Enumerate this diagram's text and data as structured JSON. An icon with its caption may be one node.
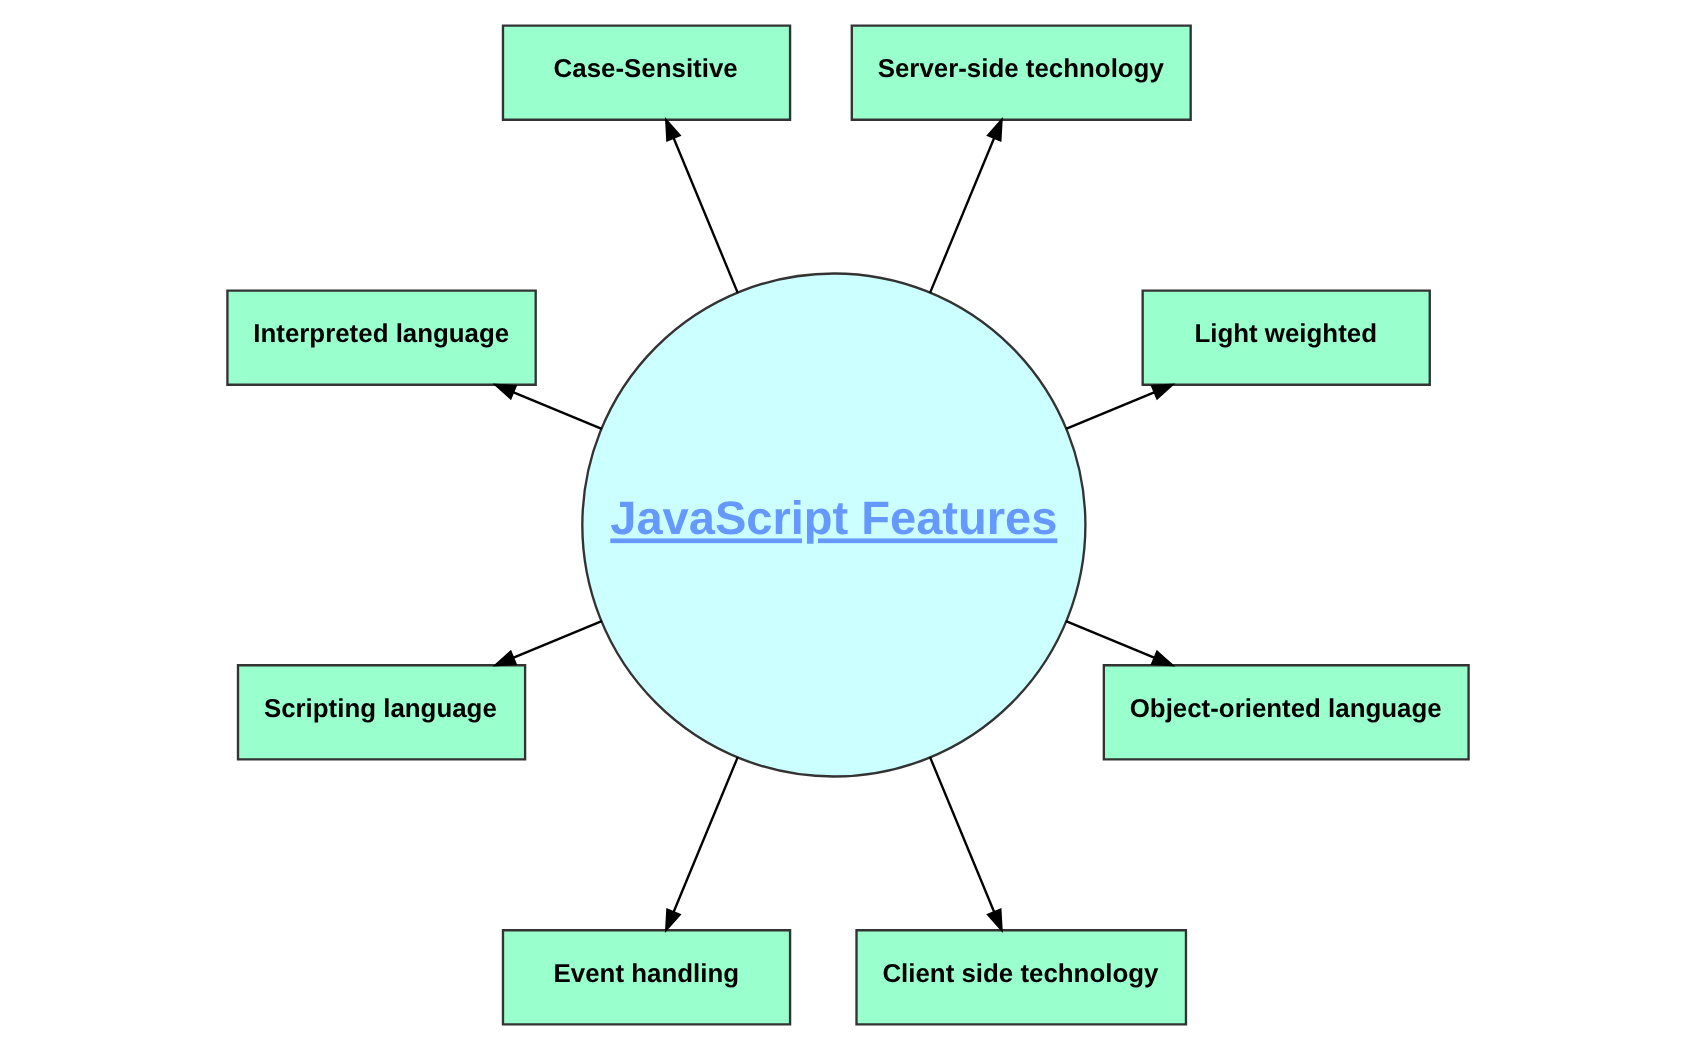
{
  "diagram": {
    "nodes": [
      {
        "text": [
          "JavaScript Features"
        ]
      },
      {
        "text": [
          "Light weighted"
        ]
      },
      {
        "text": [
          "Server-side technology"
        ]
      },
      {
        "text": [
          "Case-Sensitive"
        ]
      },
      {
        "text": [
          "Interpreted language"
        ]
      },
      {
        "text": [
          "Scripting language"
        ]
      },
      {
        "text": [
          "Event handling"
        ]
      },
      {
        "text": [
          "Client side technology"
        ]
      },
      {
        "text": [
          "Object-oriented language"
        ]
      }
    ],
    "edges": [
      {
        "from": 0,
        "to": 1,
        "arrow": "to"
      },
      {
        "from": 0,
        "to": 3,
        "arrow": "to"
      },
      {
        "from": 0,
        "to": 5,
        "arrow": "to"
      },
      {
        "from": 0,
        "to": 7,
        "arrow": "to"
      },
      {
        "from": 0,
        "to": 8,
        "arrow": "to"
      },
      {
        "from": 0,
        "to": 6,
        "arrow": "to"
      },
      {
        "from": 0,
        "to": 4,
        "arrow": "to"
      },
      {
        "from": 0,
        "to": 2,
        "arrow": "to"
      }
    ]
  }
}
